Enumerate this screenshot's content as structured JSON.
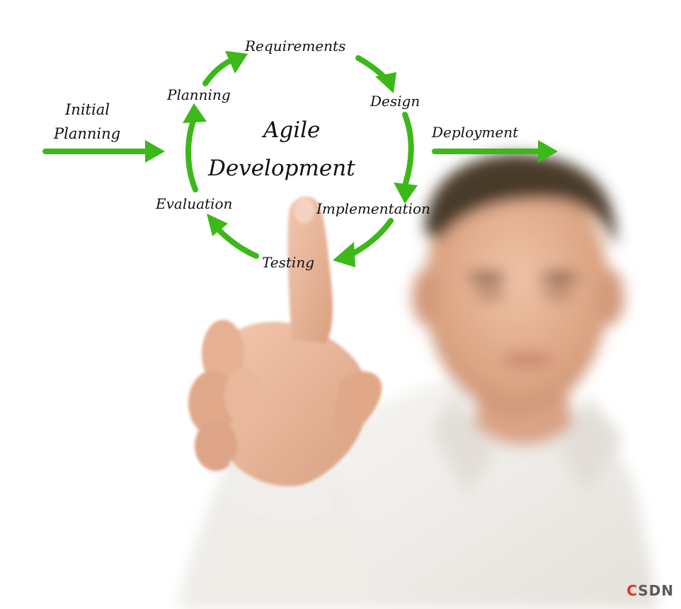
{
  "diagram": {
    "title_line1": "Agile",
    "title_line2": "Development",
    "stages": {
      "initial_line1": "Initial",
      "initial_line2": "Planning",
      "planning": "Planning",
      "requirements": "Requirements",
      "design": "Design",
      "deployment": "Deployment",
      "implementation": "Implementation",
      "testing": "Testing",
      "evaluation": "Evaluation"
    },
    "colors": {
      "arrow": "#3cb818",
      "text": "#111111"
    }
  },
  "photo": {
    "subject": "person-pointing",
    "colors": {
      "skin": "#e8b59a",
      "shirt": "#f2f0ec",
      "hair": "#4a3a2c"
    }
  },
  "watermark": {
    "c": "C",
    "rest": "SDN"
  }
}
